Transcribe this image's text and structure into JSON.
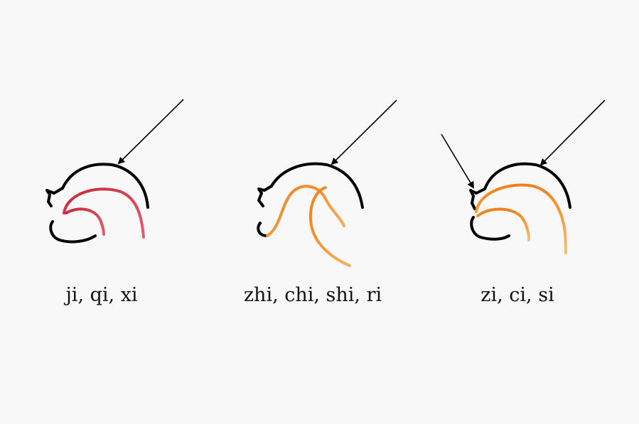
{
  "panels": [
    {
      "caption": "ji, qi, xi",
      "tongue_color": "#c9283a",
      "tongue_tip_color": "#e0606e"
    },
    {
      "caption": "zhi, chi, shi, ri",
      "tongue_color": "#f07f1a",
      "tongue_tip_color": "#f6b060"
    },
    {
      "caption": "zi, ci, si",
      "tongue_color": "#f07f1a",
      "tongue_tip_color": "#f6c070"
    }
  ],
  "colors": {
    "background": "#f8f8f8",
    "outline": "#000000"
  }
}
